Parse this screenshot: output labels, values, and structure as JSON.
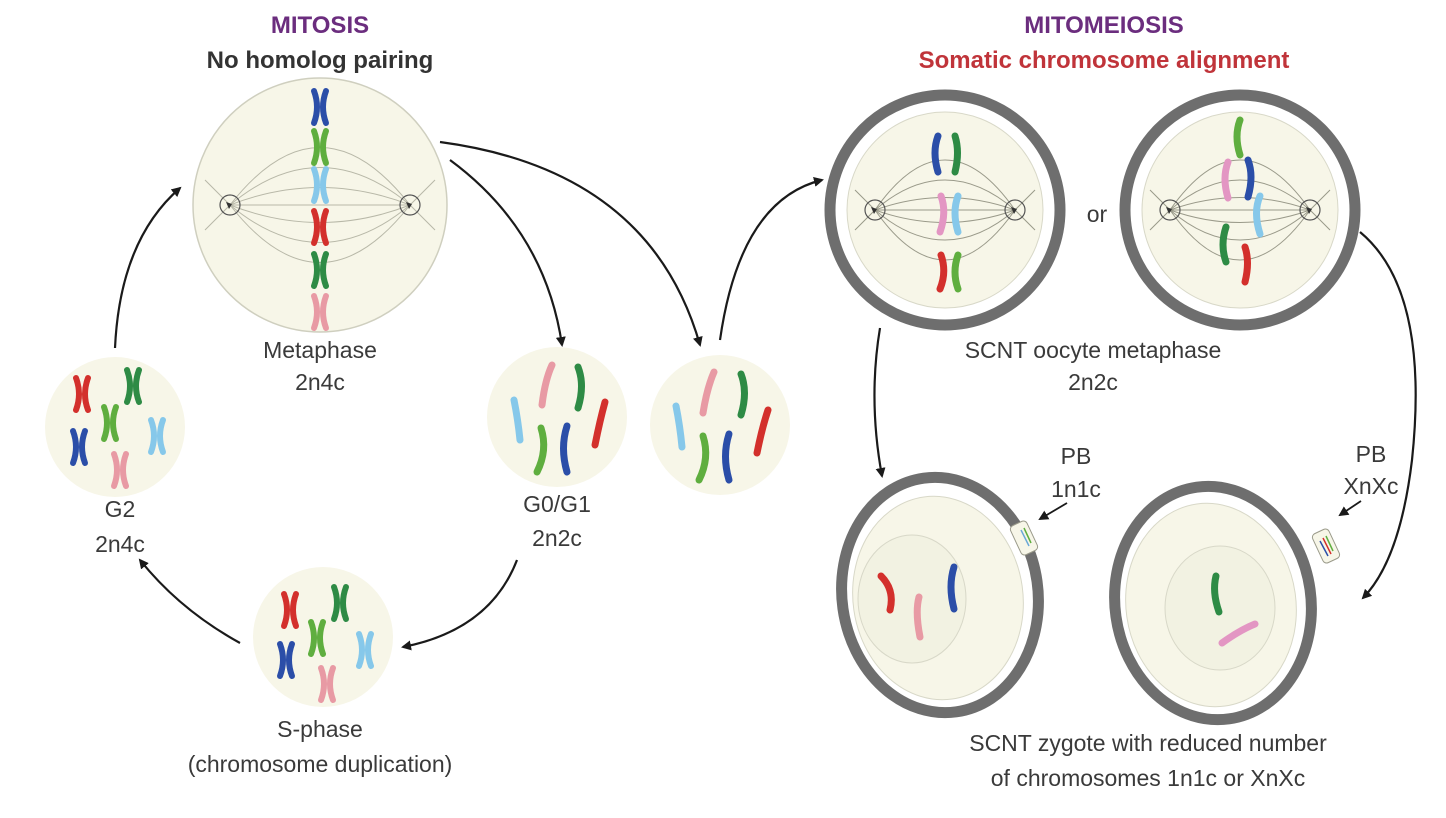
{
  "colors": {
    "cell_fill": "#f7f6e8",
    "cell_stroke": "#d8d8c8",
    "zona": "#6e6e6e",
    "spindle": "#9a9a8a",
    "arrow": "#1a1a1a",
    "chromosomes": {
      "blue": "#2b4ea8",
      "green": "#5fae3f",
      "dark_green": "#2e8b45",
      "light_blue": "#86c8ea",
      "red": "#d3302c",
      "pink": "#e89aa4",
      "mauve": "#e396c3"
    }
  },
  "mitosis": {
    "title": "MITOSIS",
    "subtitle": "No homolog pairing",
    "stages": {
      "metaphase": {
        "name": "Metaphase",
        "ploidy": "2n4c"
      },
      "g0g1": {
        "name": "G0/G1",
        "ploidy": "2n2c"
      },
      "sphase": {
        "name": "S-phase",
        "note": "(chromosome duplication)"
      },
      "g2": {
        "name": "G2",
        "ploidy": "2n4c"
      }
    }
  },
  "mitomeiosis": {
    "title": "MITOMEIOSIS",
    "subtitle": "Somatic chromosome alignment",
    "oocyte": {
      "name": "SCNT oocyte metaphase",
      "ploidy": "2n2c",
      "or_label": "or"
    },
    "polar_body_1": {
      "label": "PB",
      "ploidy": "1n1c"
    },
    "polar_body_2": {
      "label": "PB",
      "ploidy": "XnXc"
    },
    "zygote": {
      "line1": "SCNT zygote  with reduced number",
      "line2": "of chromosomes 1n1c  or  XnXc"
    }
  }
}
